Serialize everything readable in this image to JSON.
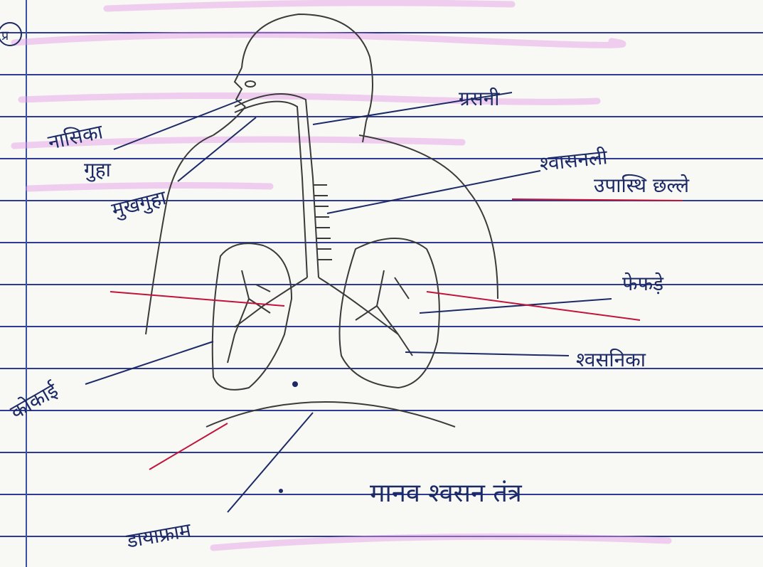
{
  "diagram": {
    "title": "मानव श्वसन तंत्र",
    "question_marker": "प्र",
    "labels": {
      "nasika_line1": "नासिका",
      "nasika_line2": "गुहा",
      "mukh_guha": "मुखगुहा",
      "grasani": "ग्रसनी",
      "shwasnali": "श्वासनली",
      "upasthi_chhalle": "उपास्थि छल्ले",
      "fefde": "फेफड़े",
      "shwasnika": "श्वसनिका",
      "kokai": "कोकाई",
      "diaphragm": "डायाफ्राम"
    },
    "colors": {
      "ink": "#1c2a66",
      "pencil": "#3a3a3a",
      "red_ink": "#c0143c",
      "highlighter": "#e59ae6",
      "rule_lines": "#2f3a94"
    }
  }
}
